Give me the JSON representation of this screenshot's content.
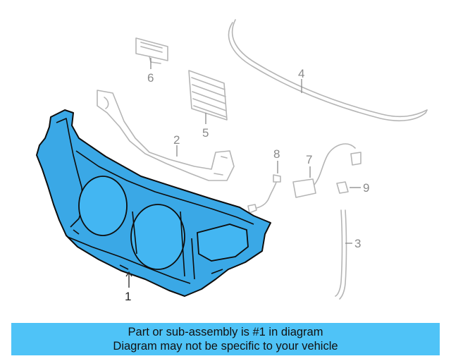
{
  "callouts": [
    "1",
    "2",
    "3",
    "4",
    "5",
    "6",
    "7",
    "8",
    "9"
  ],
  "banner": {
    "line1": "Part or sub-assembly is #1 in diagram",
    "line2": "Diagram may not be specific to your vehicle"
  },
  "colors": {
    "highlight": "#3aa8e6",
    "banner": "#4fc3f7",
    "outline": "#b5b5b5"
  }
}
